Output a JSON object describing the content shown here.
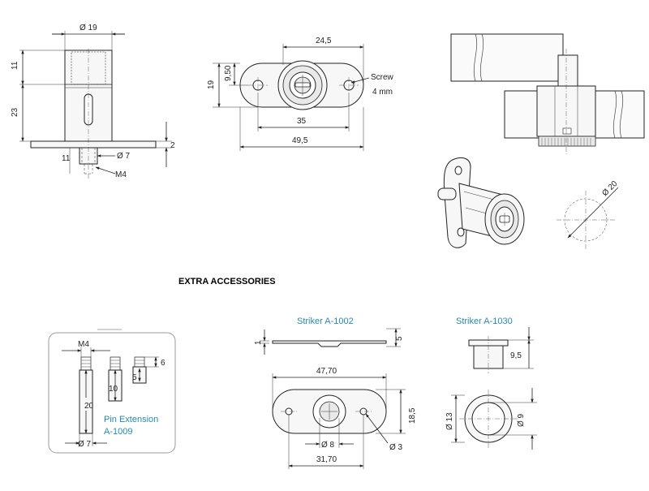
{
  "header": {
    "extra_accessories": "EXTRA ACCESSORIES"
  },
  "side_view": {
    "dia_19": "Ø 19",
    "dim_11_top": "11",
    "dim_23": "23",
    "dim_2": "2",
    "dia_7": "Ø 7",
    "dim_11_bottom": "11",
    "thread_m4": "M4"
  },
  "top_view": {
    "dim_24_5": "24,5",
    "dim_19": "19",
    "dim_9_50": "9,50",
    "dim_35": "35",
    "dim_49_5": "49,5",
    "screw_label": "Screw",
    "screw_size": "4 mm"
  },
  "circle_detail": {
    "dia_20": "Ø 20"
  },
  "pin_extension": {
    "thread_m4": "M4",
    "dim_20": "20",
    "dim_10": "10",
    "dim_6": "6",
    "dim_5": "5",
    "dia_7": "Ø 7",
    "caption_line1": "Pin Extension",
    "caption_line2": "A-1009"
  },
  "striker_1002": {
    "caption": "Striker A-1002",
    "dim_1": "1",
    "dim_5": "5",
    "dim_47_70": "47,70",
    "dim_18_5": "18,5",
    "dia_8": "Ø 8",
    "dia_3": "Ø 3",
    "dim_31_70": "31,70"
  },
  "striker_1030": {
    "caption": "Striker A-1030",
    "dim_9_5": "9,5",
    "dia_13": "Ø 13",
    "dia_9": "Ø 9"
  }
}
